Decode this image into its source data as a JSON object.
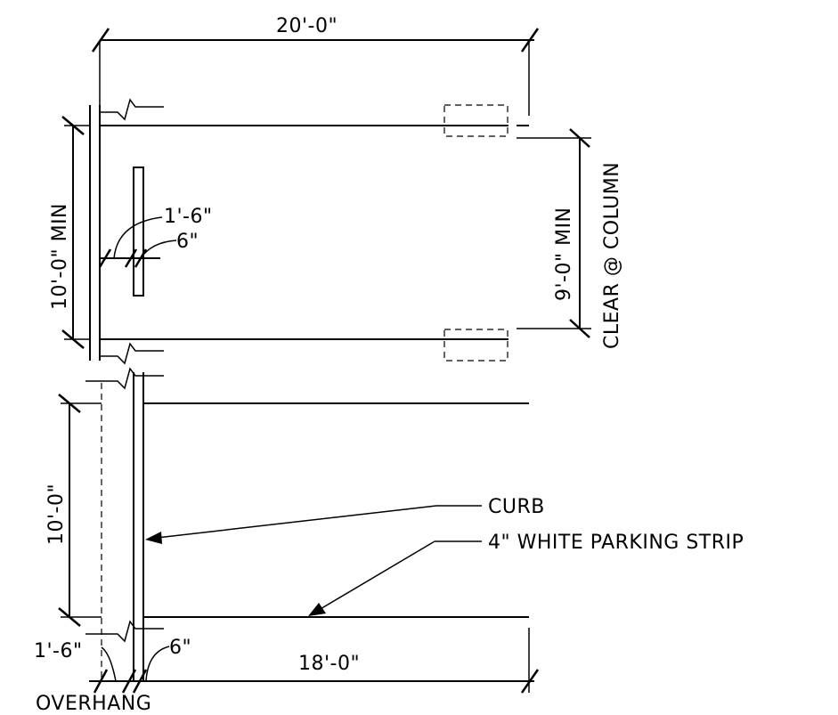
{
  "dimensions": {
    "top_width": "20'-0\"",
    "upper_depth": "10'-0\" MIN",
    "column_clear": "9'-0\" MIN",
    "column_clear_note": "CLEAR @ COLUMN",
    "lower_depth": "10'-0\"",
    "stall_length": "18'-0\"",
    "detail_width": "1'-6\"",
    "detail_small": "6\"",
    "bottom_overhang": "1'-6\"",
    "bottom_curb": "6\""
  },
  "labels": {
    "overhang": "OVERHANG",
    "curb": "CURB",
    "strip": "4\" WHITE PARKING STRIP"
  }
}
